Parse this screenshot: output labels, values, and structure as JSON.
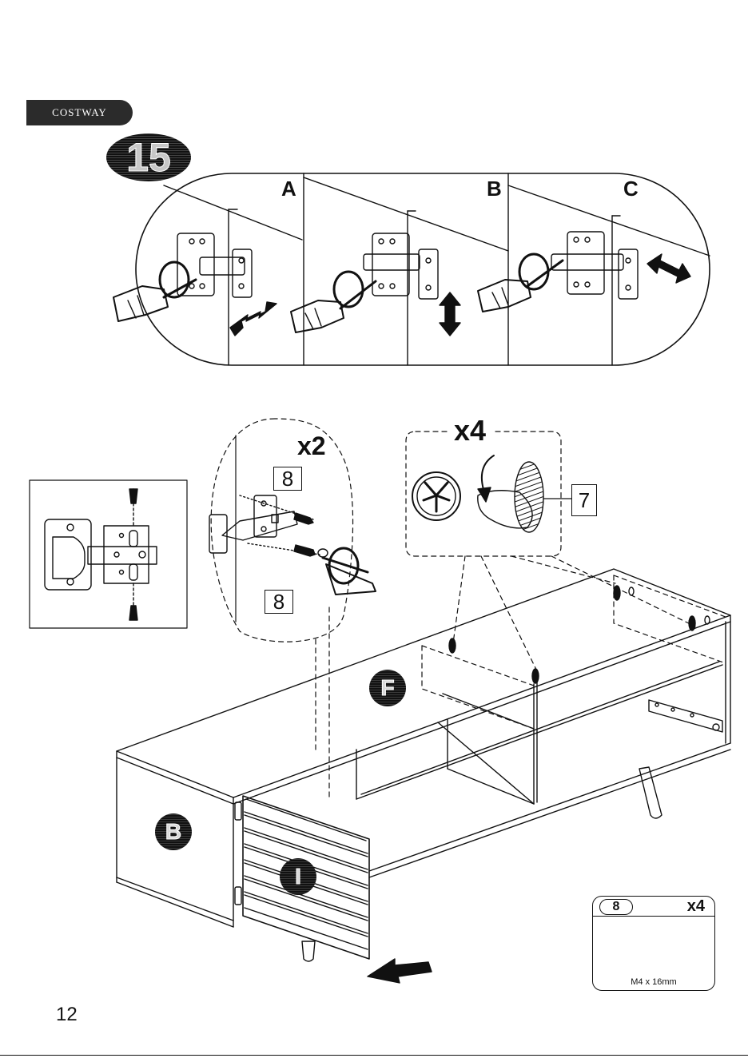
{
  "brand": {
    "name": "COSTWAY"
  },
  "step": {
    "number": "15"
  },
  "adjust_panels": [
    {
      "label": "A",
      "direction": "depth"
    },
    {
      "label": "B",
      "direction": "vertical"
    },
    {
      "label": "C",
      "direction": "lateral"
    }
  ],
  "hinge_detail": {
    "quantity": "x2",
    "screw_part_top": "8",
    "screw_part_bottom": "8"
  },
  "knob_detail": {
    "quantity": "x4",
    "part": "7"
  },
  "panels": {
    "top": "F",
    "side": "B",
    "door": "I"
  },
  "hardware_legend": {
    "part": "8",
    "quantity": "x4",
    "spec": "M4 x 16mm"
  },
  "page": {
    "number": "12"
  },
  "colors": {
    "ink": "#111111",
    "brand_bar": "#2b2b2b",
    "paper": "#ffffff"
  }
}
